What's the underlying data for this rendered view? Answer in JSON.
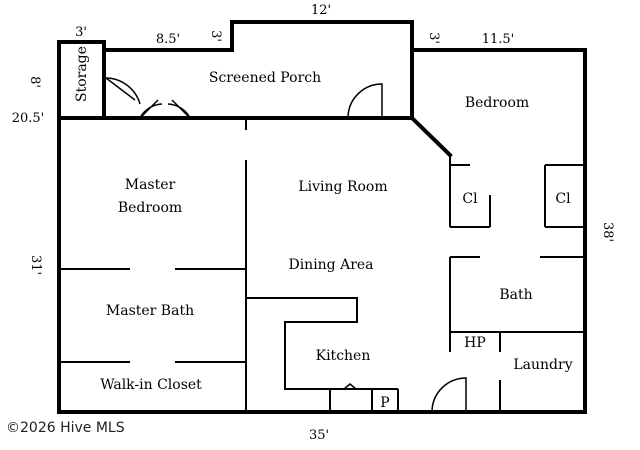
{
  "rooms": {
    "storage": "Storage",
    "screened_porch": "Screened Porch",
    "bedroom": "Bedroom",
    "master_line1": "Master",
    "master_line2": "Bedroom",
    "living_room": "Living Room",
    "closet_left": "Cl",
    "closet_right": "Cl",
    "dining_area": "Dining Area",
    "bath": "Bath",
    "master_bath": "Master Bath",
    "hp": "HP",
    "kitchen": "Kitchen",
    "laundry": "Laundry",
    "walk_in_closet": "Walk-in Closet",
    "pantry": "P"
  },
  "dimensions": {
    "storage_width": "3'",
    "porch_left_width": "8.5'",
    "porch_left_depth": "3'",
    "porch_center_width": "12'",
    "porch_right_depth": "3'",
    "bedroom_width": "11.5'",
    "storage_depth": "8'",
    "left_offset": "20.5'",
    "left_height": "31'",
    "right_height": "38'",
    "bottom_width": "35'"
  },
  "watermark": "©2026 Hive MLS"
}
